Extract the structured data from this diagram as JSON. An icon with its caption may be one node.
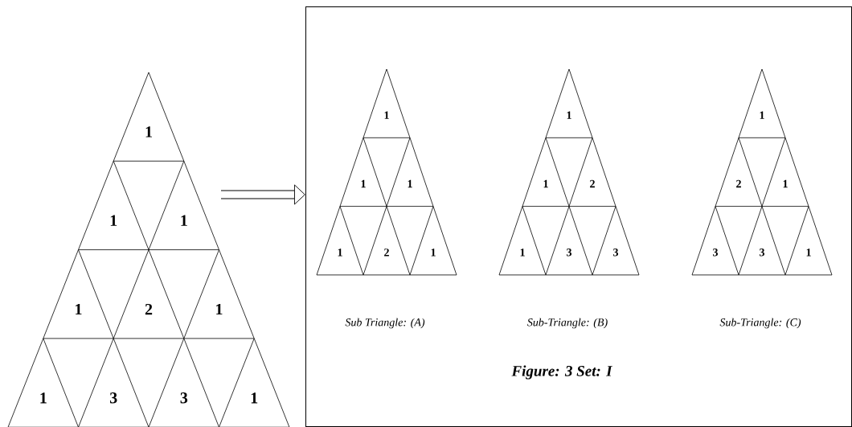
{
  "diagram": {
    "caption": "Figure: 3 Set: I",
    "nodes": [
      {
        "text": [
          "1",
          "1",
          "1",
          "1",
          "2",
          "1",
          "1",
          "3",
          "3",
          "1"
        ]
      },
      {
        "text": [],
        "shape": "box"
      },
      {
        "text": [
          "1",
          "1",
          "1",
          "1",
          "2",
          "1"
        ],
        "in": 1,
        "beside": [
          "Sub Triangle: (A)"
        ]
      },
      {
        "text": [
          "1",
          "1",
          "2",
          "1",
          "3",
          "3"
        ],
        "in": 1,
        "beside": [
          "Sub-Triangle: (B)"
        ]
      },
      {
        "text": [
          "1",
          "2",
          "1",
          "3",
          "3",
          "1"
        ],
        "in": 1,
        "beside": [
          "Sub-Triangle: (C)"
        ]
      }
    ],
    "edges": [
      {
        "from": 0,
        "to": 1,
        "arrow": "to"
      }
    ]
  }
}
